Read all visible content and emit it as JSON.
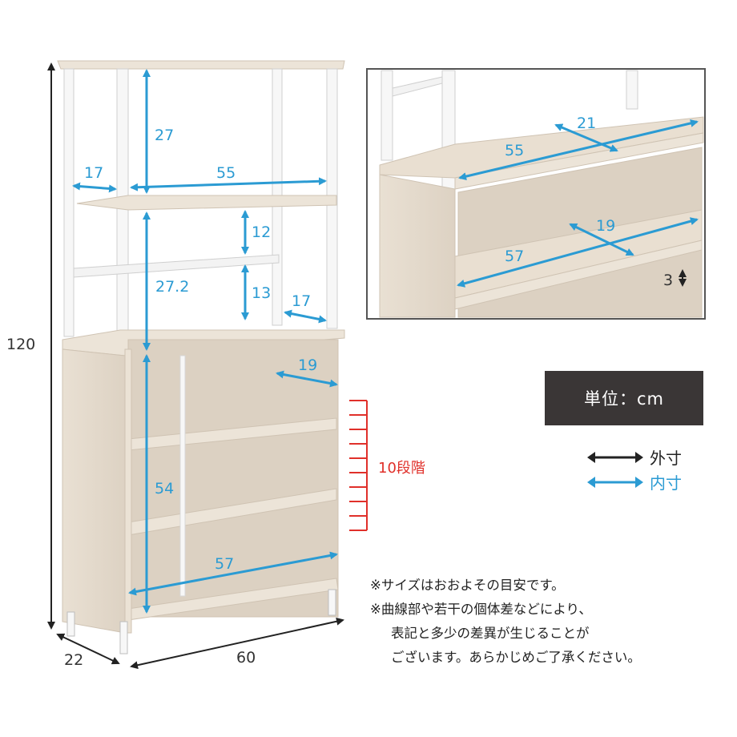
{
  "colors": {
    "outer_arrow": "#222222",
    "inner_arrow": "#2b9bd3",
    "adjust_marker": "#e0302a",
    "wood": "#e6dccf",
    "frame": "#ffffff",
    "unit_box_bg": "#3a3636"
  },
  "main": {
    "height_outer": "120",
    "depth_outer": "22",
    "width_outer": "60",
    "top_clearance": "27",
    "side_depth_top": "17",
    "top_inner_width": "55",
    "mid_gap_upper": "12",
    "mid_gap_lower": "13",
    "mid_clearance": "27.2",
    "side_depth_mid": "17",
    "cabinet_depth": "19",
    "cabinet_height": "54",
    "cabinet_width": "57",
    "adjust_steps": "10段階"
  },
  "inset": {
    "top_shelf_width": "55",
    "top_shelf_depth": "21",
    "cabinet_shelf_width": "57",
    "cabinet_shelf_depth": "19",
    "pitch": "3"
  },
  "unit_label": "単位：cm",
  "legend": {
    "outer": "外寸",
    "inner": "内寸"
  },
  "notes": [
    "※サイズはおおよその目安です。",
    "※曲線部や若干の個体差などにより、",
    "表記と多少の差異が生じることが",
    "ございます。あらかじめご了承ください。"
  ]
}
